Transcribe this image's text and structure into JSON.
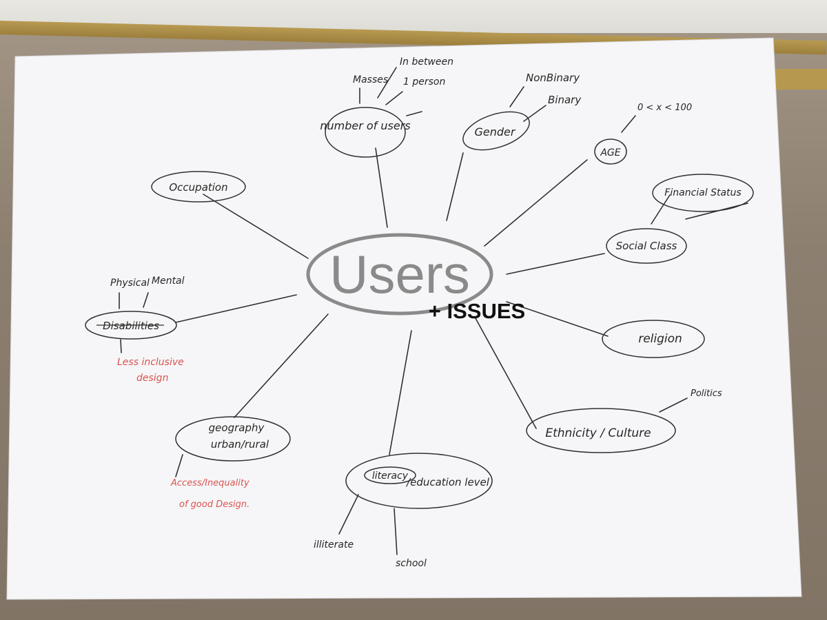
{
  "mindmap": {
    "center": "Users",
    "center_addon": "+ ISSUES",
    "nodes": {
      "number_of_users": "number of users",
      "masses": "Masses",
      "in_between": "In between",
      "one_person": "1 person",
      "gender": "Gender",
      "non_binary": "NonBinary",
      "binary": "Binary",
      "age": "AGE",
      "age_range": "0 < x < 100",
      "financial_status": "Financial Status",
      "social_class": "Social Class",
      "religion": "religion",
      "ethnicity_culture": "Ethnicity / Culture",
      "politics": "Politics",
      "literacy": "literacy",
      "education_level": "/education level",
      "illiterate": "illiterate",
      "school": "school",
      "geography": "geography",
      "urban_rural": "urban/rural",
      "access_note_1": "Access/Inequality",
      "access_note_2": "of good Design.",
      "disabilities": "Disabilities",
      "physical": "Physical",
      "mental": "Mental",
      "less_inclusive_1": "Less inclusive",
      "less_inclusive_2": "design",
      "occupation": "Occupation"
    }
  },
  "colors": {
    "ink": "#262626",
    "red_ink": "#d9534f",
    "paper": "#f7f7f8",
    "center_marker": "#8a8a8a"
  }
}
